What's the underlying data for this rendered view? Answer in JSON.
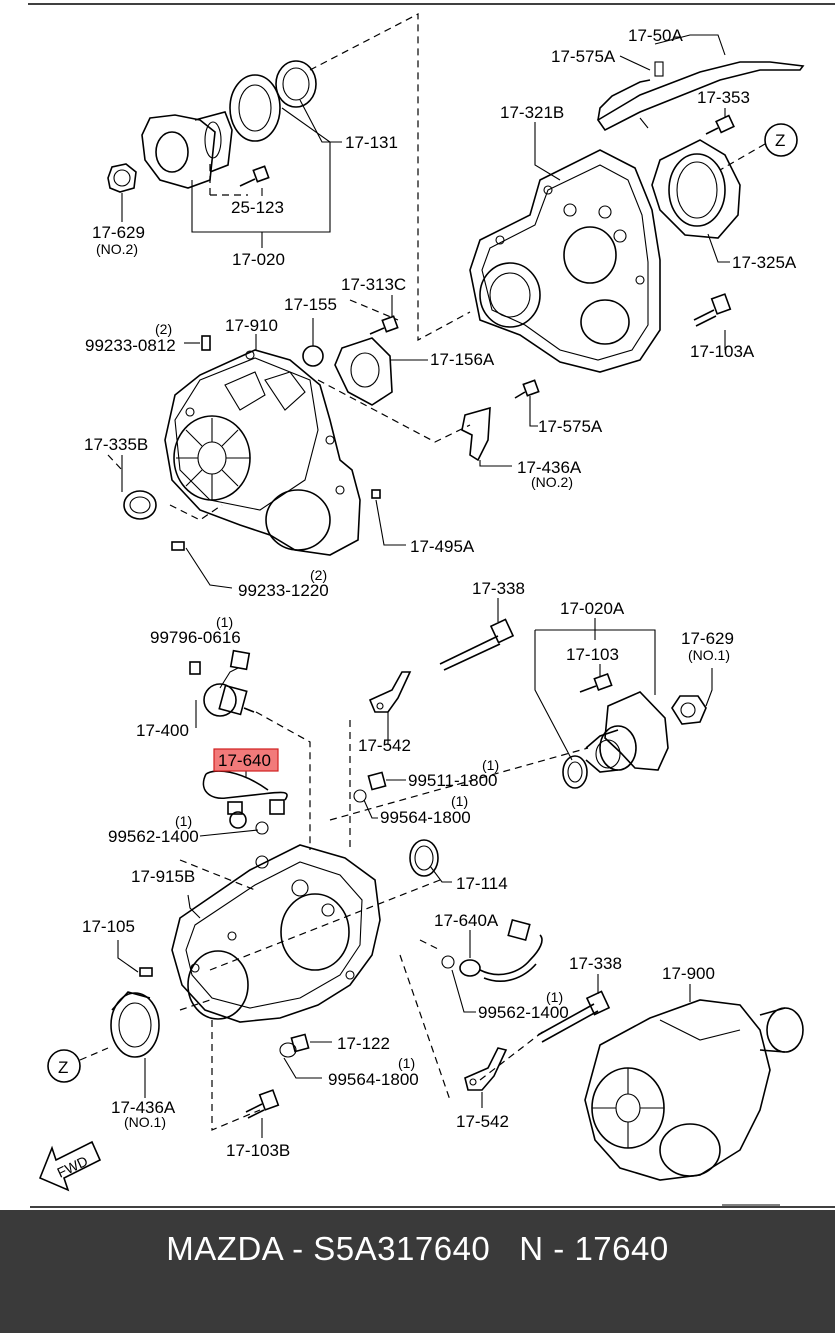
{
  "diagram": {
    "labels": {
      "l_17_50a": "17-50A",
      "l_17_575a_top": "17-575A",
      "l_17_353": "17-353",
      "l_17_321b": "17-321B",
      "l_17_131": "17-131",
      "l_25_123": "25-123",
      "l_17_629_no2": "17-629",
      "l_no2_a": "(NO.2)",
      "l_17_020": "17-020",
      "l_z_top": "Z",
      "l_17_325a": "17-325A",
      "l_17_313c": "17-313C",
      "l_17_155": "17-155",
      "l_17_910": "17-910",
      "l_99233_0812_qty": "(2)",
      "l_99233_0812": "99233-0812",
      "l_17_156a": "17-156A",
      "l_17_103a": "17-103A",
      "l_17_575a_mid": "17-575A",
      "l_17_335b": "17-335B",
      "l_17_436a_no2": "17-436A",
      "l_no2_b": "(NO.2)",
      "l_17_495a": "17-495A",
      "l_99233_1220_qty": "(2)",
      "l_99233_1220": "99233-1220",
      "l_17_338_top": "17-338",
      "l_99796_0616_qty": "(1)",
      "l_99796_0616": "99796-0616",
      "l_17_020a": "17-020A",
      "l_17_629_no1": "17-629",
      "l_no1_a": "(NO.1)",
      "l_17_103": "17-103",
      "l_17_400": "17-400",
      "l_17_542_top": "17-542",
      "l_17_640": "17-640",
      "l_99511_1800_qty": "(1)",
      "l_99511_1800": "99511-1800",
      "l_99564_1800_top_qty": "(1)",
      "l_99564_1800_top": "99564-1800",
      "l_99562_1400_top_qty": "(1)",
      "l_99562_1400_top": "99562-1400",
      "l_17_915b": "17-915B",
      "l_17_114": "17-114",
      "l_17_640a": "17-640A",
      "l_17_105": "17-105",
      "l_17_338_bottom": "17-338",
      "l_17_900": "17-900",
      "l_99562_1400_bottom_qty": "(1)",
      "l_99562_1400_bottom": "99562-1400",
      "l_17_122": "17-122",
      "l_z_bottom": "Z",
      "l_99564_1800_bottom_qty": "(1)",
      "l_99564_1800_bottom": "99564-1800",
      "l_17_436a_no1": "17-436A",
      "l_no1_b": "(NO.1)",
      "l_17_542_bottom": "17-542",
      "l_17_103b": "17-103B",
      "l_fwd": "FWD"
    },
    "highlight_color": "#f27a7a"
  },
  "footer": {
    "text": "MAZDA - S5A317640   N - 17640"
  }
}
